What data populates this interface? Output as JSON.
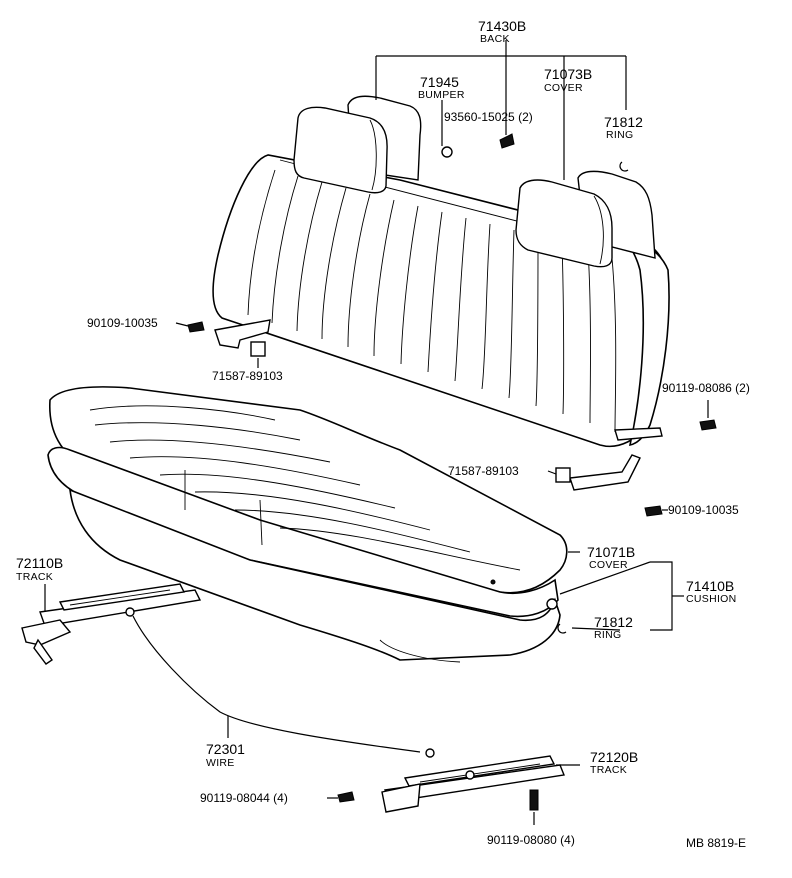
{
  "diagram": {
    "drawing_code": "MB 8819-E",
    "callouts": [
      {
        "id": "back",
        "part_number": "71430B",
        "label": "BACK"
      },
      {
        "id": "bumper",
        "part_number": "71945",
        "label": "BUMPER"
      },
      {
        "id": "back-cover",
        "part_number": "71073B",
        "label": "COVER"
      },
      {
        "id": "back-clip",
        "part_number": "93560-15025 (2)",
        "label": ""
      },
      {
        "id": "back-ring",
        "part_number": "71812",
        "label": "RING"
      },
      {
        "id": "bolt-left",
        "part_number": "90109-10035",
        "label": ""
      },
      {
        "id": "hinge-left",
        "part_number": "71587-89103",
        "label": ""
      },
      {
        "id": "bolt-right-back",
        "part_number": "90119-08086 (2)",
        "label": ""
      },
      {
        "id": "hinge-right",
        "part_number": "71587-89103",
        "label": ""
      },
      {
        "id": "bolt-right",
        "part_number": "90109-10035",
        "label": ""
      },
      {
        "id": "cushion-cover",
        "part_number": "71071B",
        "label": "COVER"
      },
      {
        "id": "cushion",
        "part_number": "71410B",
        "label": "CUSHION"
      },
      {
        "id": "cushion-ring",
        "part_number": "71812",
        "label": "RING"
      },
      {
        "id": "track-left",
        "part_number": "72110B",
        "label": "TRACK"
      },
      {
        "id": "wire",
        "part_number": "72301",
        "label": "WIRE"
      },
      {
        "id": "track-right",
        "part_number": "72120B",
        "label": "TRACK"
      },
      {
        "id": "track-bolt-a",
        "part_number": "90119-08044 (4)",
        "label": ""
      },
      {
        "id": "track-bolt-b",
        "part_number": "90119-08080 (4)",
        "label": ""
      }
    ]
  }
}
